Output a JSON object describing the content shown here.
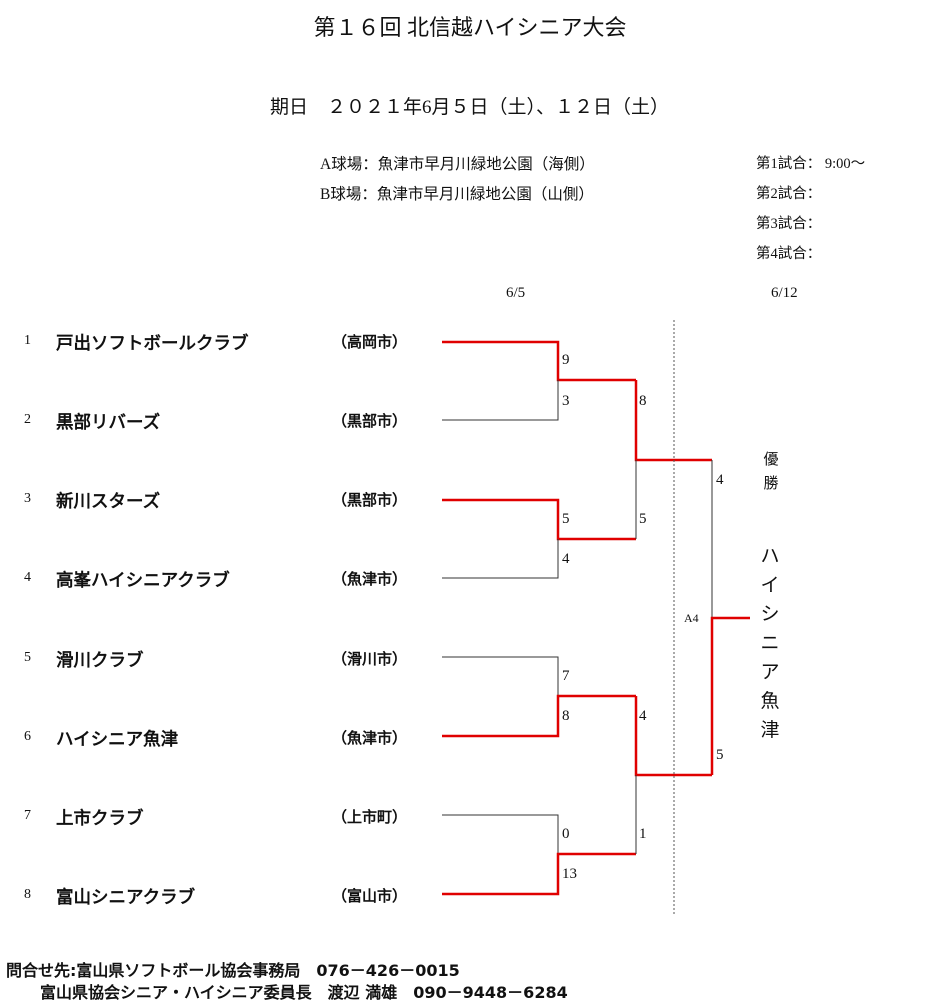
{
  "title": "第１６回 北信越ハイシニア大会",
  "date": "期日　２０２１年6月５日（土）、１２日（土）",
  "venues": [
    "A球場：魚津市早月川緑地公園（海側）",
    "B球場：魚津市早月川緑地公園（山側）"
  ],
  "games": [
    "第1試合：  9:00〜",
    "第2試合：",
    "第3試合：",
    "第4試合："
  ],
  "days": [
    "6/5",
    "6/12"
  ],
  "teams": [
    {
      "num": "1",
      "name": "戸出ソフトボールクラブ",
      "city": "（高岡市）"
    },
    {
      "num": "2",
      "name": "黒部リバーズ",
      "city": "（黒部市）"
    },
    {
      "num": "3",
      "name": "新川スターズ",
      "city": "（黒部市）"
    },
    {
      "num": "4",
      "name": "高峯ハイシニアクラブ",
      "city": "（魚津市）"
    },
    {
      "num": "5",
      "name": "滑川クラブ",
      "city": "（滑川市）"
    },
    {
      "num": "6",
      "name": "ハイシニア魚津",
      "city": "（魚津市）"
    },
    {
      "num": "7",
      "name": "上市クラブ",
      "city": "（上市町）"
    },
    {
      "num": "8",
      "name": "富山シニアクラブ",
      "city": "（富山市）"
    }
  ],
  "scores": {
    "r1": [
      "9",
      "3",
      "5",
      "4",
      "7",
      "8",
      "0",
      "13"
    ],
    "r2": [
      "8",
      "5",
      "4",
      "1"
    ],
    "final": [
      "4",
      "5"
    ]
  },
  "final_venue": "A4",
  "winner_label": "優勝",
  "champion": "ハイシニア魚津",
  "contact": [
    "問合せ先:富山県ソフトボール協会事務局　076－426－0015",
    "富山県協会シニア・ハイシニア委員長　渡辺 満雄　090－9448－6284"
  ],
  "colors": {
    "winner_line": "#e00000",
    "line": "#333333"
  }
}
